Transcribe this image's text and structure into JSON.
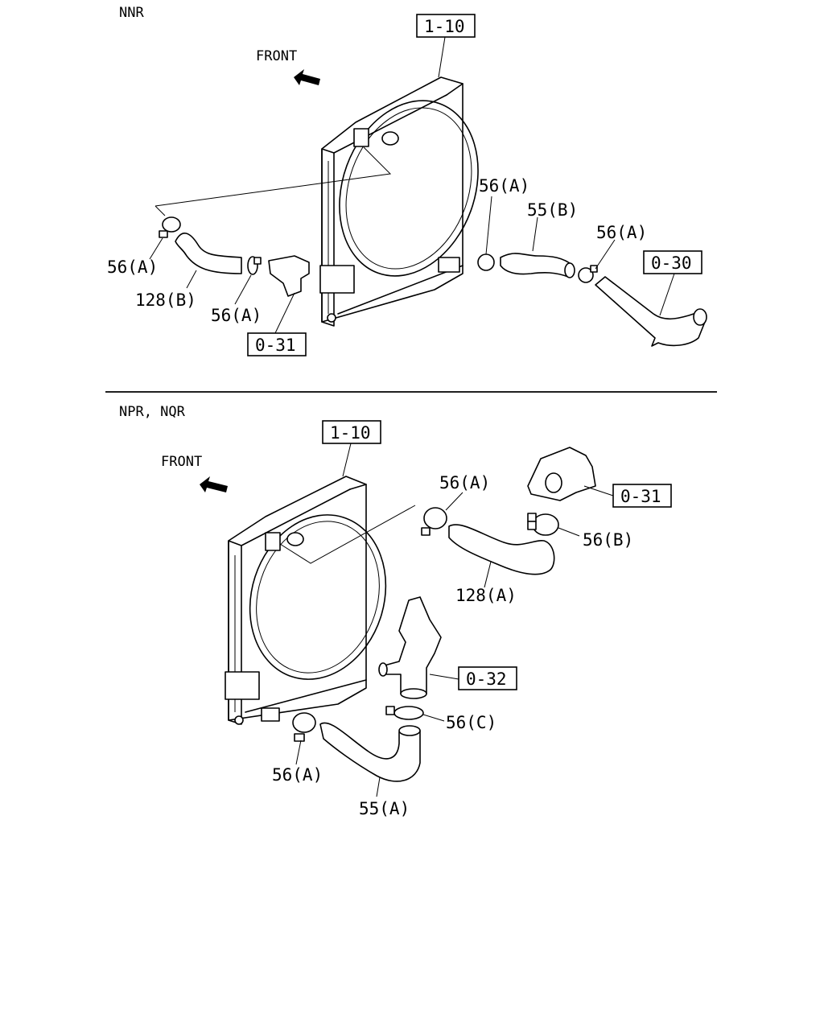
{
  "sections": [
    {
      "heading": "NNR",
      "front": "FRONT",
      "refs": [
        "1-10",
        "0-31",
        "0-30"
      ],
      "labels": [
        "56(A)",
        "128(B)",
        "56(A)",
        "56(A)",
        "55(B)",
        "56(A)"
      ]
    },
    {
      "heading": "NPR, NQR",
      "front": "FRONT",
      "refs": [
        "1-10",
        "0-31",
        "0-32"
      ],
      "labels": [
        "56(A)",
        "56(B)",
        "128(A)",
        "56(C)",
        "56(A)",
        "55(A)"
      ]
    }
  ]
}
